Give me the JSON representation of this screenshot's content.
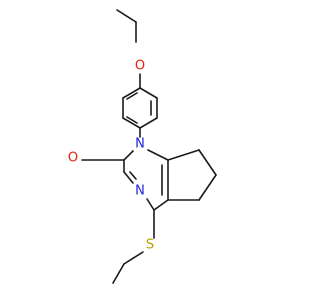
{
  "colors": {
    "background": "#ffffff",
    "carbon_bond": "#1a1a1a",
    "oxygen": "#e8200c",
    "nitrogen": "#2020e0",
    "sulfur": "#b5a000"
  },
  "atoms": {
    "ether_oxygen": "O",
    "carbonyl_oxygen": "O",
    "n1": "N",
    "n3": "N",
    "sulfur": "S"
  }
}
